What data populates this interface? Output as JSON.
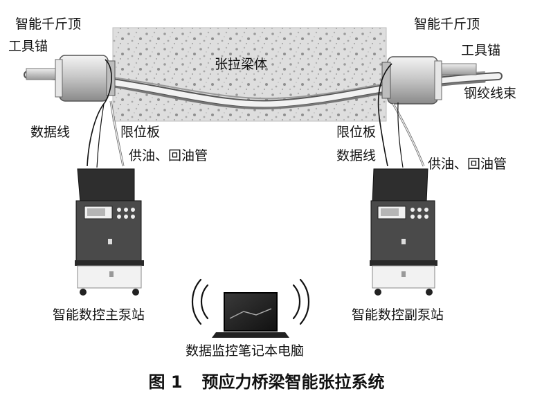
{
  "labels": {
    "jack_left": "智能千斤顶",
    "jack_right": "智能千斤顶",
    "anchor_left": "工具锚",
    "anchor_right": "工具锚",
    "beam": "张拉梁体",
    "strand": "钢绞线束",
    "data_line_left": "数据线",
    "data_line_right": "数据线",
    "limit_plate_left": "限位板",
    "limit_plate_right": "限位板",
    "oil_pipe_left": "供油、回油管",
    "oil_pipe_right": "供油、回油管",
    "main_pump": "智能数控主泵站",
    "sub_pump": "智能数控副泵站",
    "laptop": "数据监控笔记本电脑"
  },
  "caption": {
    "number": "图 1",
    "title": "预应力桥梁智能张拉系统"
  },
  "colors": {
    "beam_fill": "#d9d9d9",
    "jack_fill": "#cfcfcf",
    "pump_body": "#4a4a4a",
    "pump_lid": "#2e2e2e",
    "pump_base": "#f2f2f2",
    "line": "#111111"
  }
}
